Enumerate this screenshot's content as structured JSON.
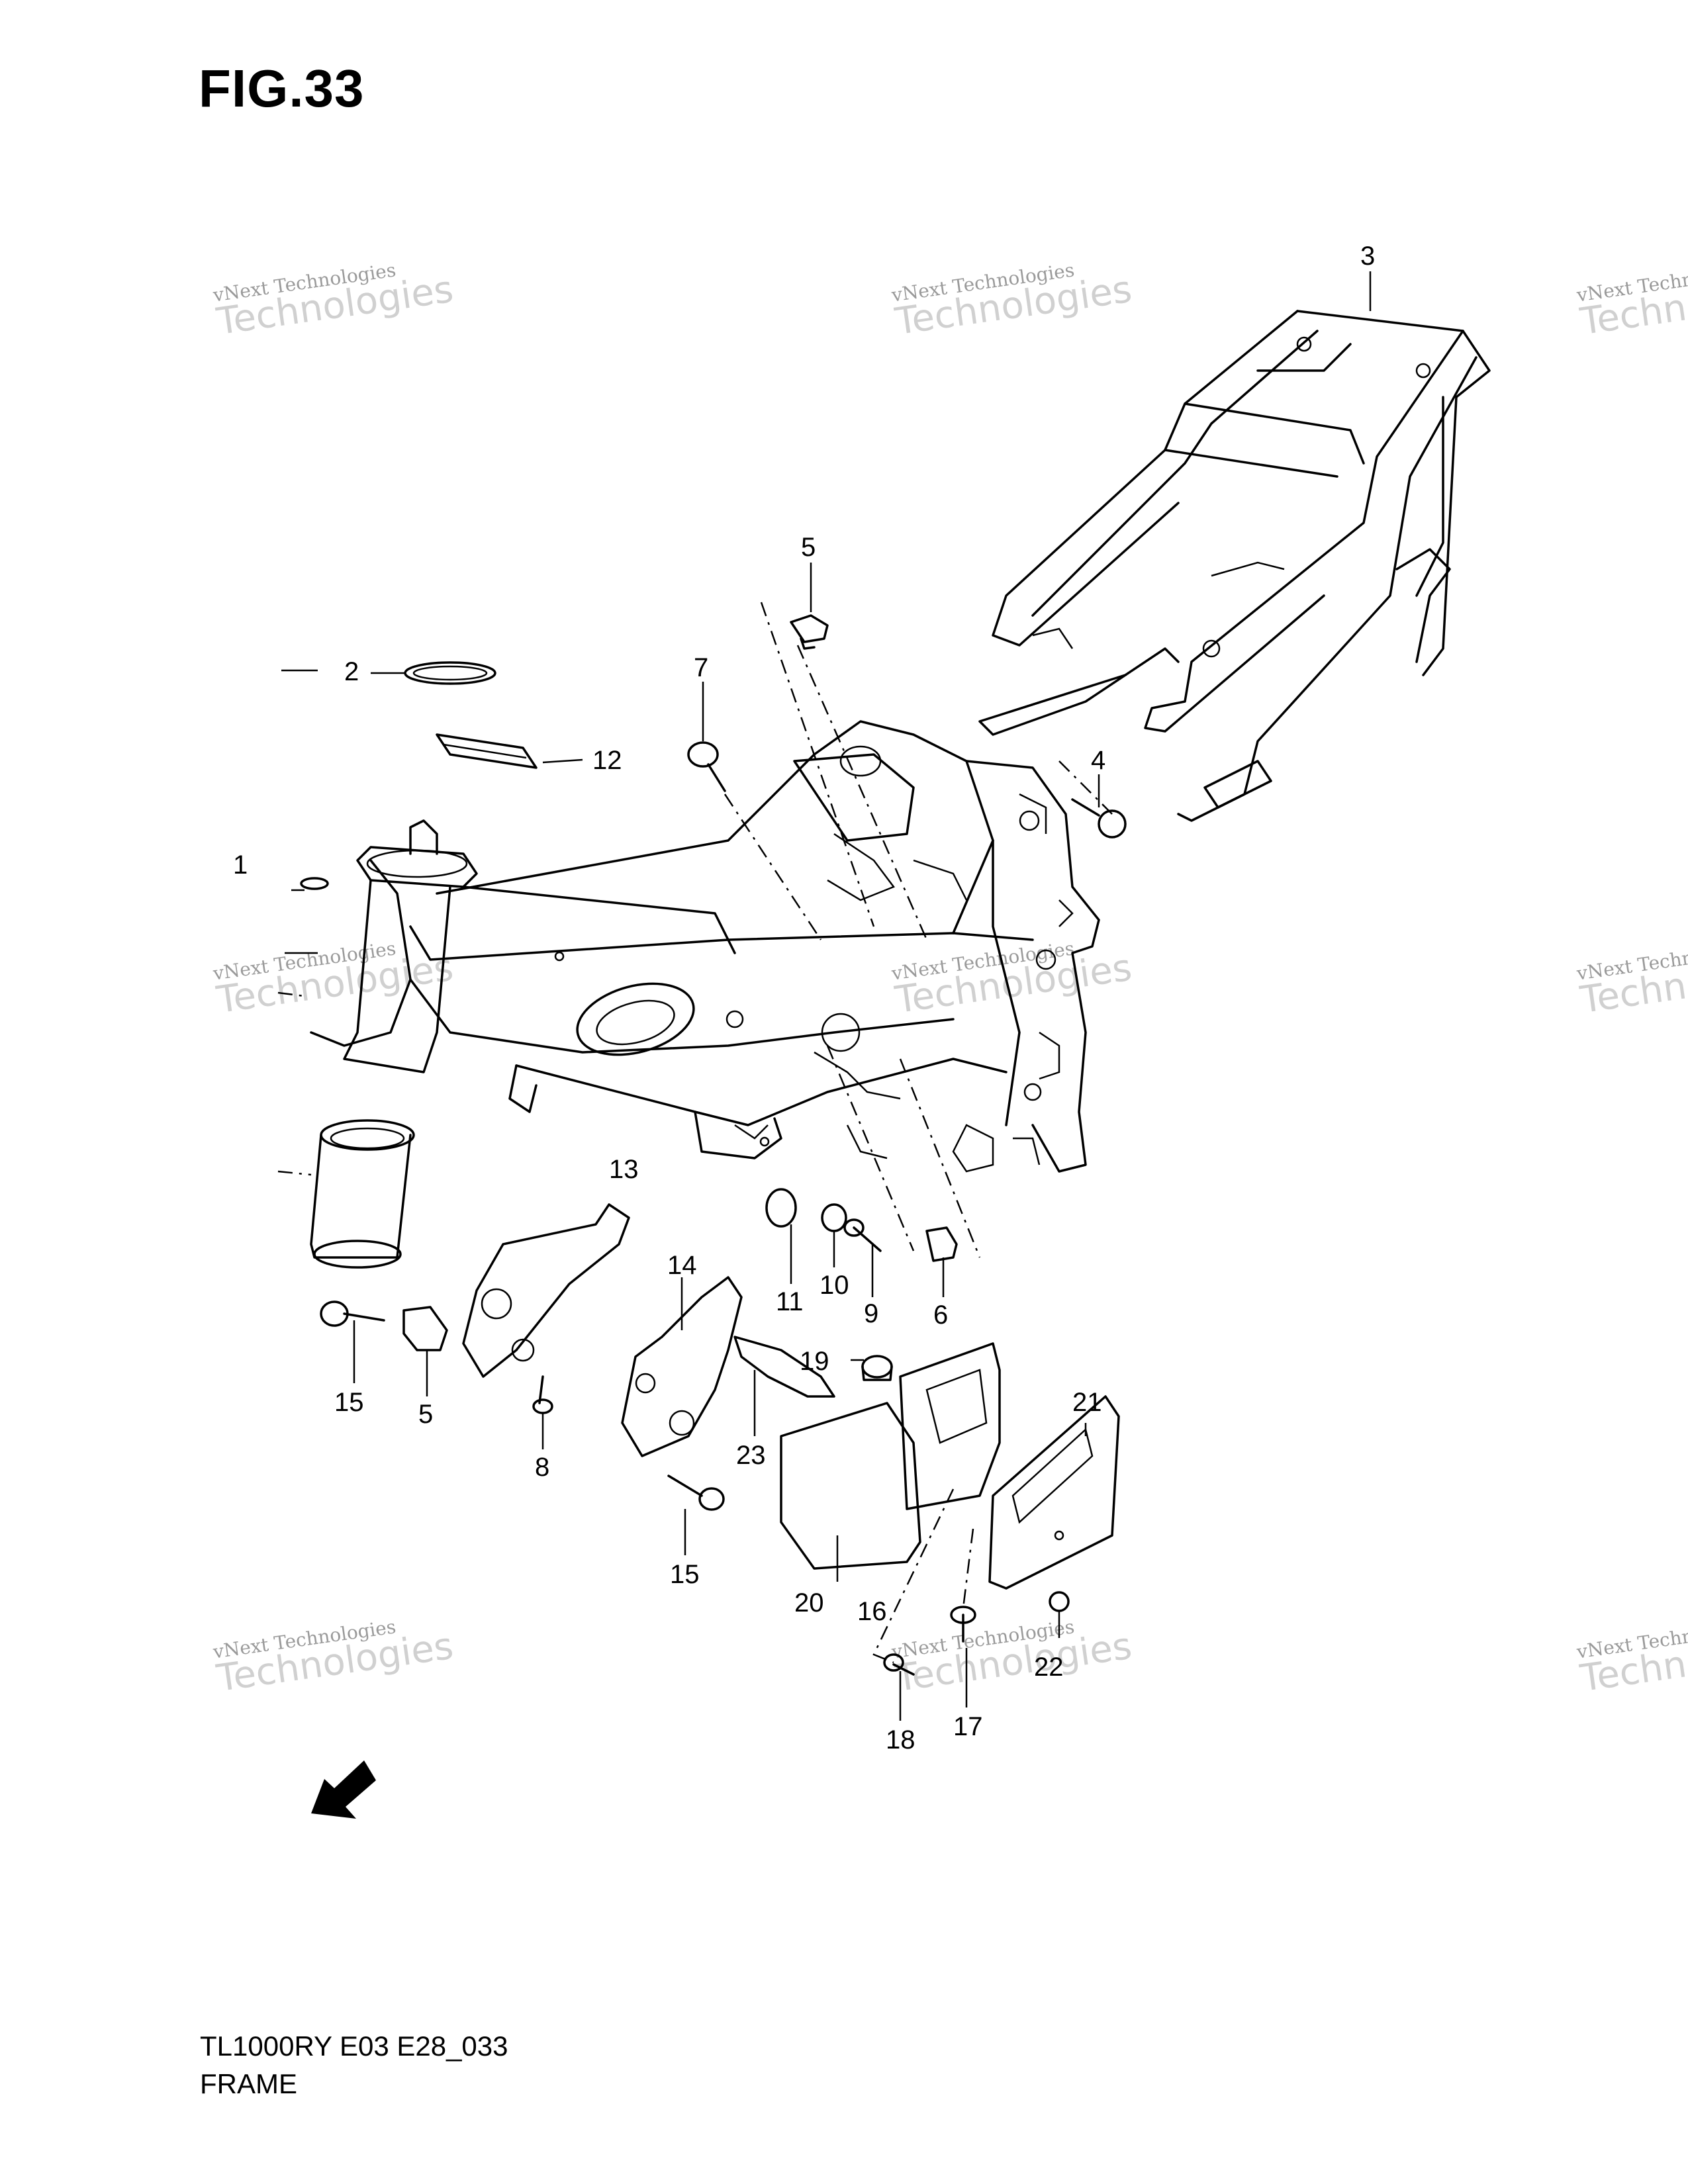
{
  "figure": {
    "title": "FIG.33",
    "model_code": "TL1000RY  E03  E28_033",
    "section_name": "FRAME"
  },
  "watermark": {
    "line1": "vNext Technologies",
    "line2": "Technologies"
  },
  "fwd_label": "FWD",
  "callouts": [
    "1",
    "2",
    "3",
    "4",
    "5",
    "5",
    "6",
    "7",
    "8",
    "9",
    "10",
    "11",
    "12",
    "13",
    "14",
    "15",
    "15",
    "16",
    "17",
    "18",
    "19",
    "20",
    "21",
    "22",
    "23"
  ]
}
